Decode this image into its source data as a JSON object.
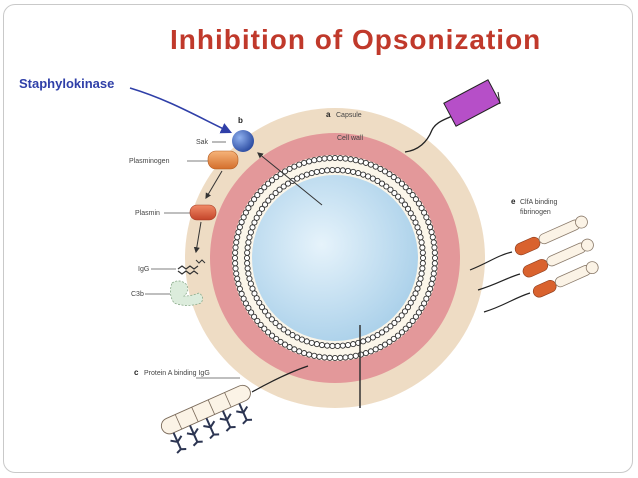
{
  "slide": {
    "title": "Inhibition of Opsonization",
    "callout": "Staphylokinase"
  },
  "diagram": {
    "panel_b": "b",
    "sak": "Sak",
    "plasminogen": "Plasminogen",
    "plasmin": "Plasmin",
    "igg": "IgG",
    "c3b": "C3b",
    "panel_a": "a",
    "capsule": "Capsule",
    "cell_wall": "Cell wall",
    "panel_e": "e",
    "clfa_line1": "ClfA binding",
    "clfa_line2": "fibrinogen",
    "panel_c": "c",
    "protein_a": "Protein A binding IgG"
  },
  "colors": {
    "title": "#c0392b",
    "callout": "#2f3fa8",
    "capsule": "#eedcc4",
    "cell_wall": "#e3989a",
    "membrane_band": "#fbf6ea",
    "cytoplasm": "#cfe6f5",
    "sak": "#3a5fb8",
    "plasminogen": "#e8924a",
    "plasmin": "#d65a3a",
    "clfa": "#d9622e",
    "purple_box": "#b64fc8"
  }
}
